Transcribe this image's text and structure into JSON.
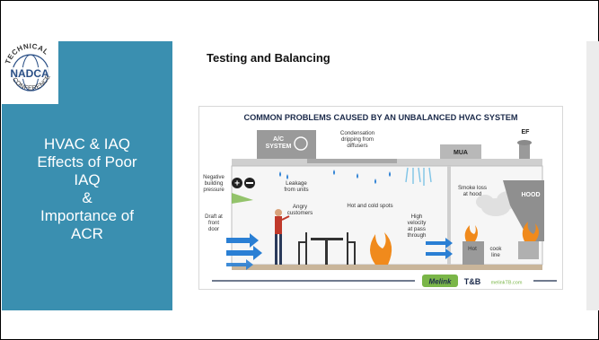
{
  "slide": {
    "section_title": "Testing and Balancing",
    "sidebar": {
      "title_lines": [
        "HVAC & IAQ",
        "Effects of Poor",
        "IAQ",
        "&",
        "Importance of",
        "ACR"
      ]
    },
    "logo": {
      "top_text": "TECHNICAL",
      "main_text": "NADCA",
      "bottom_text": "CONFERENCE"
    }
  },
  "diagram": {
    "title": "COMMON PROBLEMS CAUSED BY AN UNBALANCED HVAC SYSTEM",
    "labels": {
      "ac_system": [
        "A/C",
        "SYSTEM"
      ],
      "condensation": [
        "Condensation",
        "dripping from",
        "diffusers"
      ],
      "mua": "MUA",
      "ef": "EF",
      "negative_pressure": [
        "Negative",
        "building",
        "pressure"
      ],
      "leakage": [
        "Leakage",
        "from units"
      ],
      "smoke_loss": [
        "Smoke loss",
        "at hood"
      ],
      "hood": "HOOD",
      "angry_customers": [
        "Angry",
        "customers"
      ],
      "hot_cold": "Hot and cold spots",
      "draft": [
        "Draft at",
        "front",
        "door"
      ],
      "high_velocity": [
        "High",
        "velocity",
        "at pass",
        "through"
      ],
      "hot_cook": [
        "Hot",
        "cook",
        "line"
      ]
    },
    "brand": {
      "name": "Melink",
      "suffix": "T&B",
      "url": "melinkTB.com"
    },
    "colors": {
      "arrow_blue": "#2a7fd4",
      "flame": "#f08a1c",
      "title_navy": "#1b2a4a",
      "brand_green": "#7ab648"
    }
  }
}
